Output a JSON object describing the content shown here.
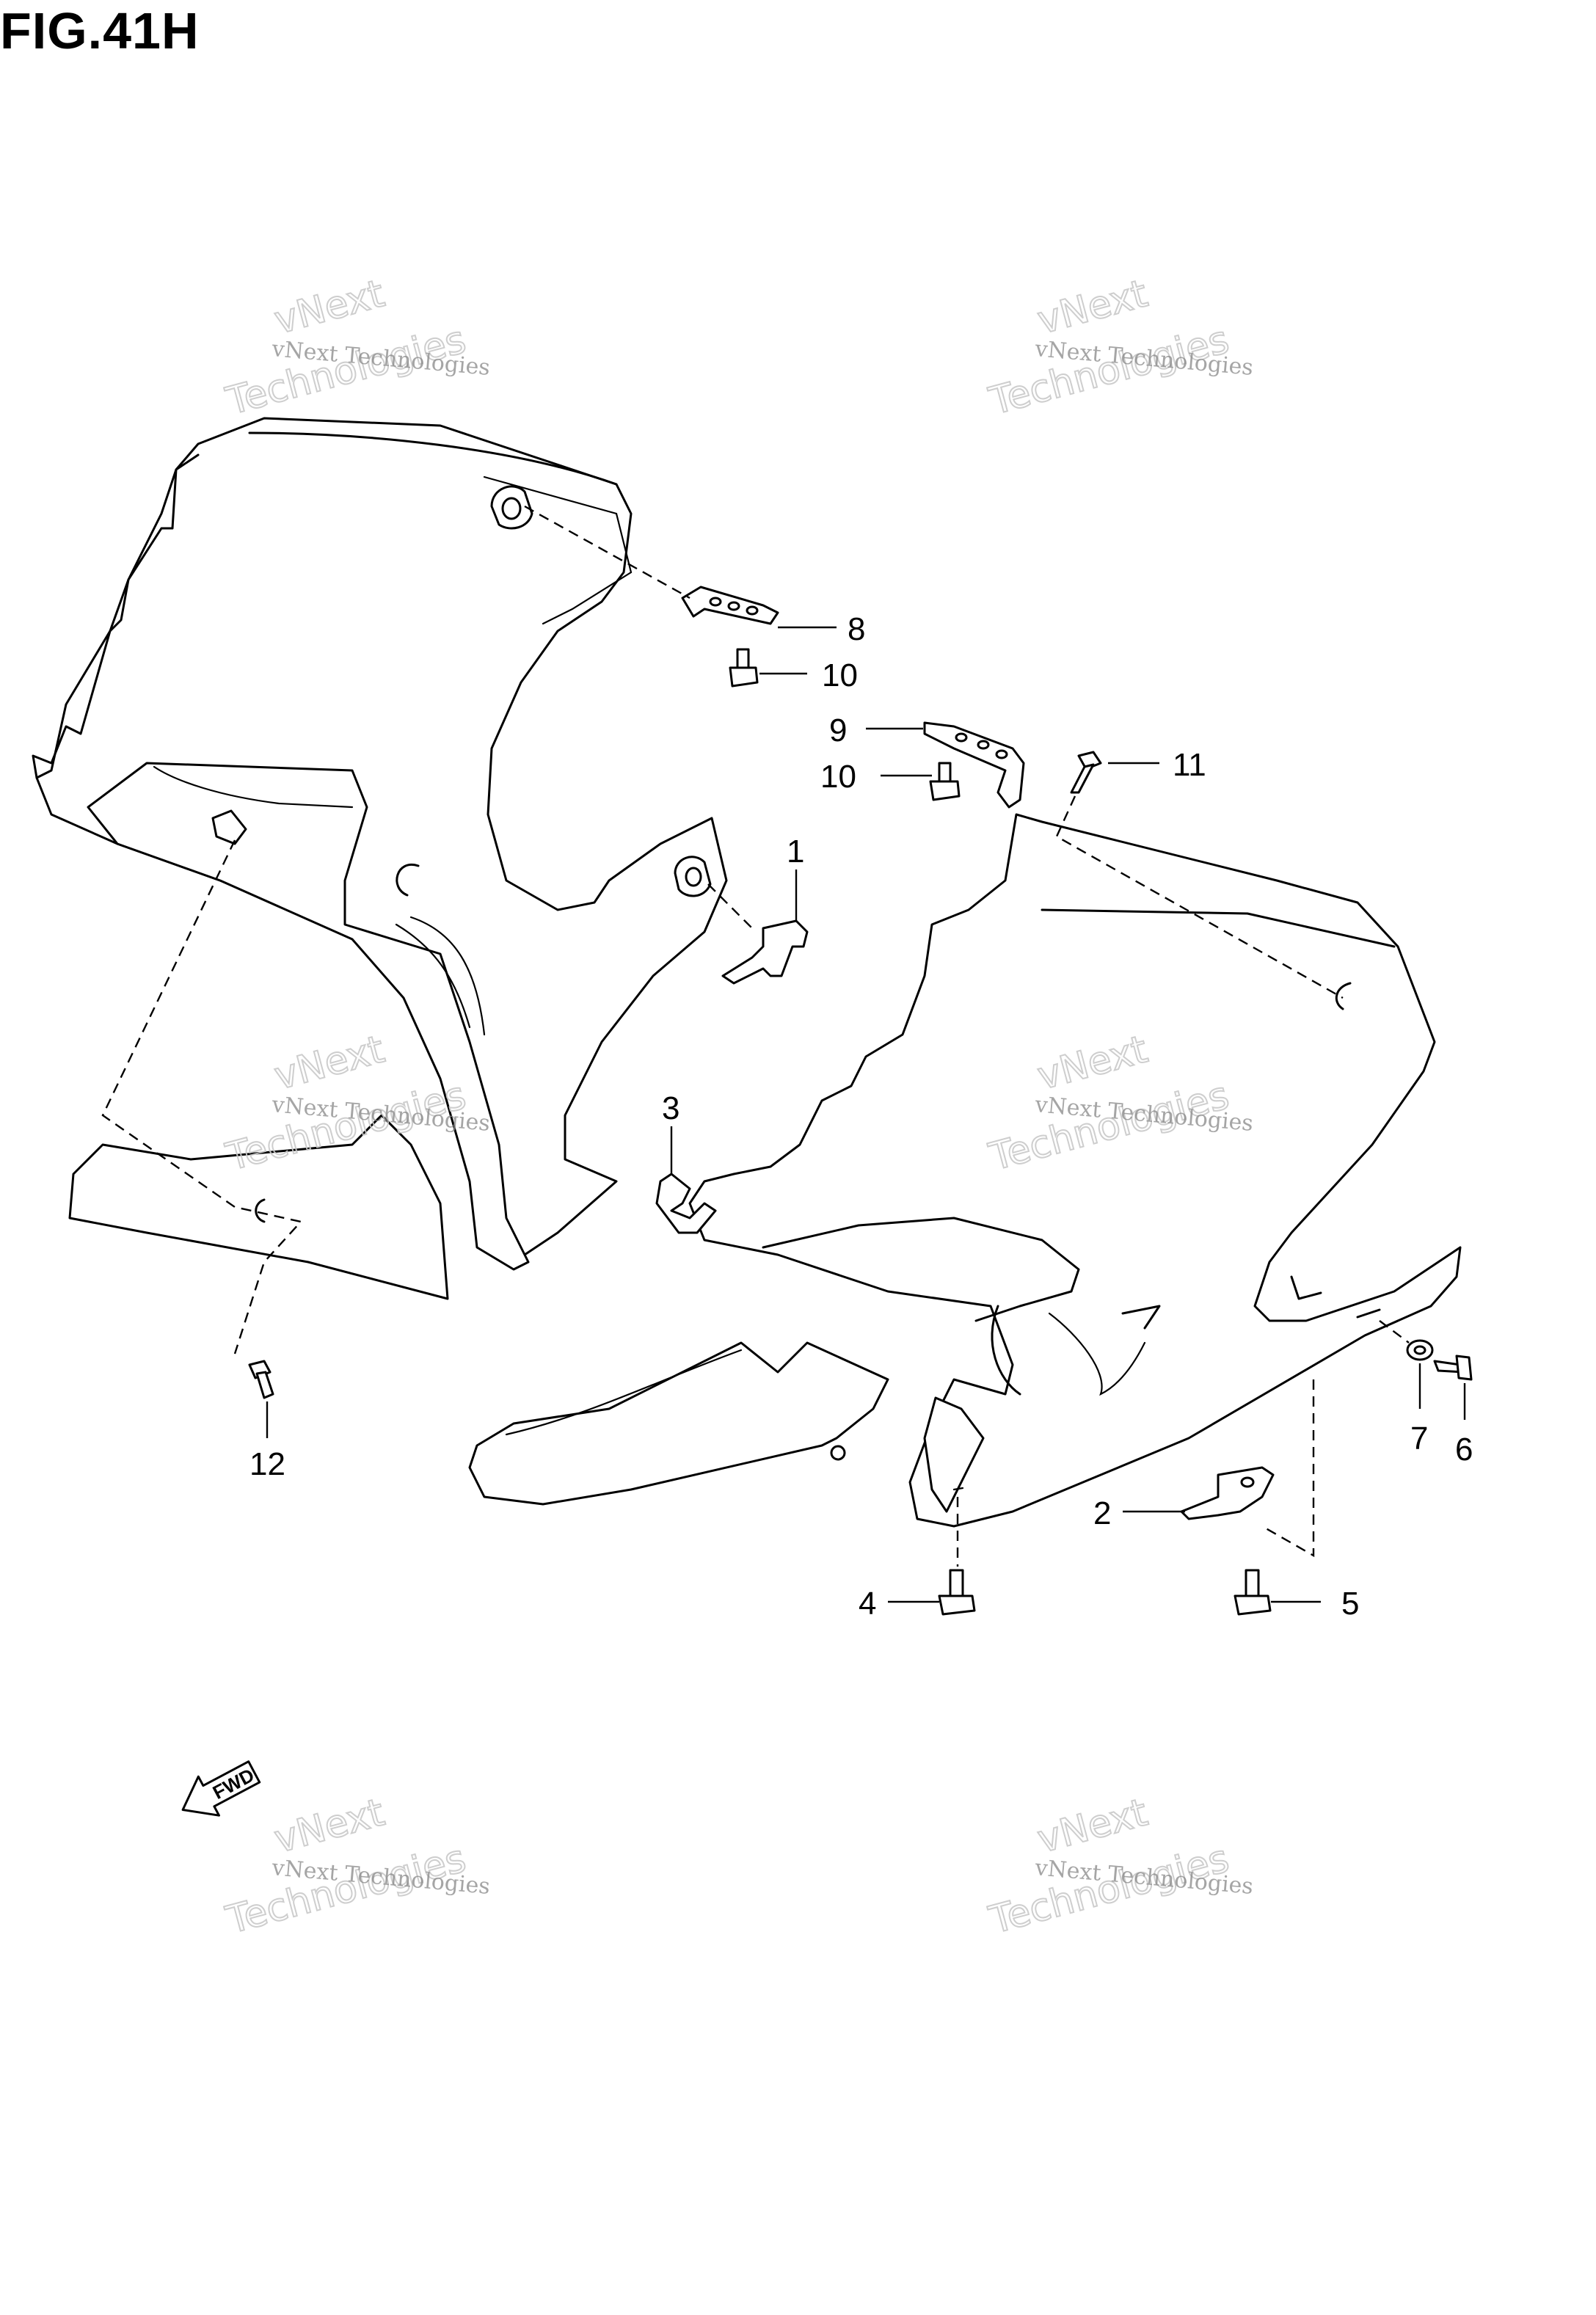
{
  "figure": {
    "title": "FIG.41H"
  },
  "callouts": {
    "c1": "1",
    "c2": "2",
    "c3": "3",
    "c4": "4",
    "c5": "5",
    "c6": "6",
    "c7": "7",
    "c8": "8",
    "c9": "9",
    "c10a": "10",
    "c10b": "10",
    "c11": "11",
    "c12": "12"
  },
  "direction_marker": {
    "label": "FWD"
  },
  "watermark": {
    "small": "vNext Technologies",
    "big_top": "vNext",
    "big_bottom": "Technologies"
  }
}
